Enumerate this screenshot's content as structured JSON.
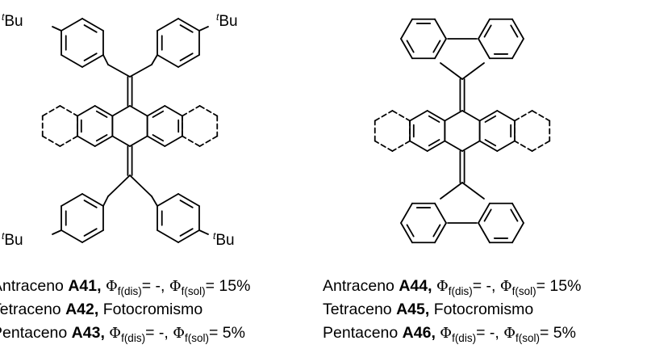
{
  "figure": {
    "substituent": {
      "prefix": "t",
      "label": "Bu"
    },
    "phi_symbol": "Φ",
    "left_captions": [
      {
        "acene": "Antraceno",
        "code": "A41,",
        "sub_dis": "f(dis)",
        "val_dis": "= -,",
        "sub_sol": "f(sol)",
        "val_sol": "= 15%"
      },
      {
        "acene": "Tetraceno",
        "code": "A42,",
        "note": "Fotocromismo"
      },
      {
        "acene": "Pentaceno",
        "code": "A43,",
        "sub_dis": "f(dis)",
        "val_dis": "= -,",
        "sub_sol": "f(sol)",
        "val_sol": "= 5%"
      }
    ],
    "right_captions": [
      {
        "acene": "Antraceno",
        "code": "A44,",
        "sub_dis": "f(dis)",
        "val_dis": "= -,",
        "sub_sol": "f(sol)",
        "val_sol": "= 15%"
      },
      {
        "acene": "Tetraceno",
        "code": "A45,",
        "note": "Fotocromismo"
      },
      {
        "acene": "Pentaceno",
        "code": "A46,",
        "sub_dis": "f(dis)",
        "val_dis": "= -,",
        "sub_sol": "f(sol)",
        "val_sol": "= 5%"
      }
    ]
  }
}
